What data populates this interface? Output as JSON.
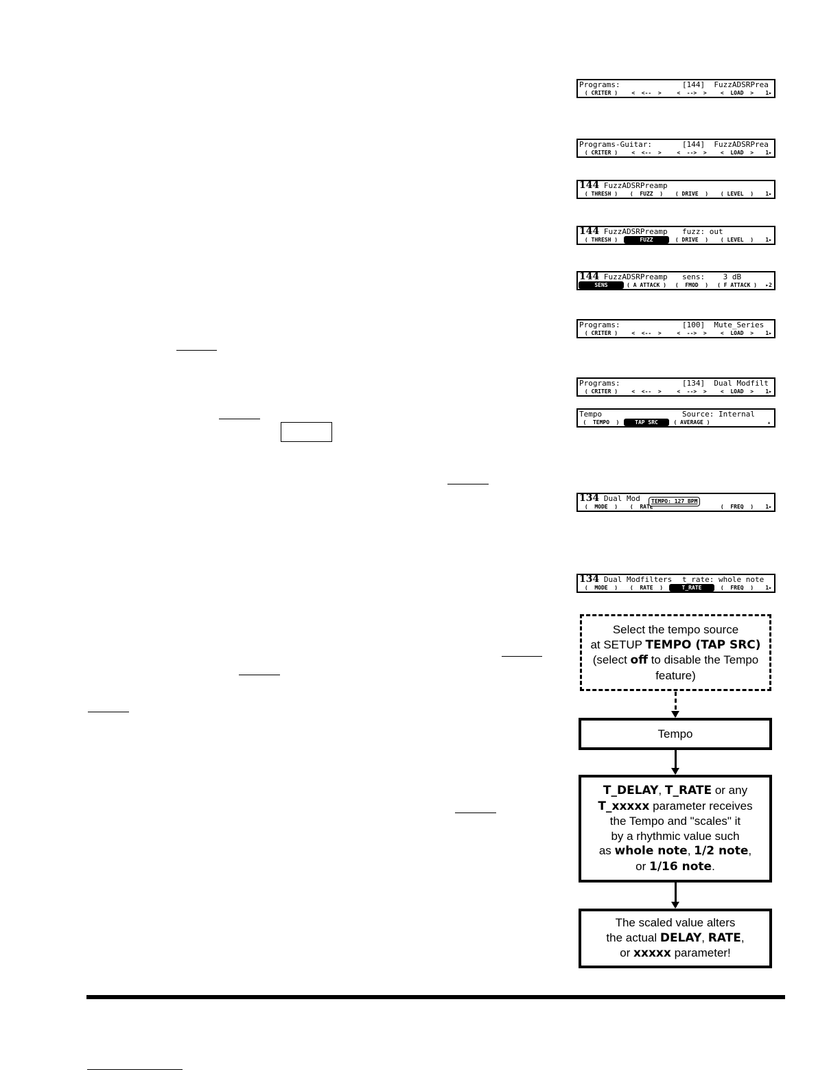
{
  "lcd_screens": [
    {
      "row1_left": "Programs:",
      "row1_right": "[144]  FuzzADSRPrea",
      "row2": [
        {
          "t": "( CRITER )"
        },
        {
          "t": "<  <--  >"
        },
        {
          "t": "<  -->  >"
        },
        {
          "t": "<  LOAD  >"
        },
        {
          "t": "1▸"
        }
      ]
    },
    {
      "row1_left": "Programs-Guitar:",
      "row1_right": "[144]  FuzzADSRPrea",
      "row2": [
        {
          "t": "( CRITER )"
        },
        {
          "t": "<  <--  >"
        },
        {
          "t": "<  -->  >"
        },
        {
          "t": "<  LOAD  >"
        },
        {
          "t": "1▸"
        }
      ]
    },
    {
      "row1_num": "144",
      "row1_left": "FuzzADSRPreamp",
      "row1_right": "",
      "row2": [
        {
          "t": "( THRESH )"
        },
        {
          "t": "(  FUZZ  )"
        },
        {
          "t": "( DRIVE  )"
        },
        {
          "t": "( LEVEL  )"
        },
        {
          "t": "1▸"
        }
      ]
    },
    {
      "row1_num": "144",
      "row1_left": "FuzzADSRPreamp",
      "row1_right": "fuzz: out",
      "row2": [
        {
          "t": "( THRESH )"
        },
        {
          "t": "   FUZZ   ",
          "hl": true
        },
        {
          "t": "( DRIVE  )"
        },
        {
          "t": "( LEVEL  )"
        },
        {
          "t": "1▸"
        }
      ]
    },
    {
      "row1_num": "144",
      "row1_left": "FuzzADSRPreamp",
      "row1_right": "sens:    3 dB",
      "row2": [
        {
          "t": "   SENS   ",
          "hl": true
        },
        {
          "t": "( A ATTACK )"
        },
        {
          "t": "(  FMOD  )"
        },
        {
          "t": "( F ATTACK )"
        },
        {
          "t": "▸2"
        }
      ]
    },
    {
      "row1_left": "Programs:",
      "row1_right": "[100]  Mute_Series",
      "row2": [
        {
          "t": "( CRITER )"
        },
        {
          "t": "<  <--  >"
        },
        {
          "t": "<  -->  >"
        },
        {
          "t": "<  LOAD  >"
        },
        {
          "t": "1▸"
        }
      ]
    },
    {
      "row1_left": "Programs:",
      "row1_right": "[134]  Dual Modfilt",
      "row2": [
        {
          "t": "( CRITER )"
        },
        {
          "t": "<  <--  >"
        },
        {
          "t": "<  -->  >"
        },
        {
          "t": "<  LOAD  >"
        },
        {
          "t": "1▸"
        }
      ]
    },
    {
      "row1_left": "Tempo",
      "row1_right": "Source: Internal",
      "row2": [
        {
          "t": "(  TEMPO  )"
        },
        {
          "t": "  TAP SRC  ",
          "hl": true
        },
        {
          "t": "( AVERAGE )"
        },
        {
          "t": "                ▴"
        }
      ]
    },
    {
      "row1_num": "134",
      "row1_left": "Dual Mod",
      "row1_right": "",
      "popup": "TEMPO: 127 BPM",
      "row2": [
        {
          "t": "(  MODE  )"
        },
        {
          "t": "(  RATE   "
        },
        {
          "t": "          "
        },
        {
          "t": "(  FREQ  )"
        },
        {
          "t": "1▸"
        }
      ]
    },
    {
      "row1_num": "134",
      "row1_left": "Dual Modfilters",
      "row1_right": "t_rate: whole note",
      "row2": [
        {
          "t": "(  MODE  )"
        },
        {
          "t": "(  RATE  )"
        },
        {
          "t": "  T_RATE  ",
          "hl": true
        },
        {
          "t": "(  FREQ  )"
        },
        {
          "t": "1▸"
        }
      ]
    }
  ],
  "flowchart": {
    "step1": [
      "Select the tempo source",
      "at SETUP ",
      "TEMPO (TAP SRC)",
      "(select ",
      "off",
      " to disable the Tempo",
      "feature)"
    ],
    "step2": "Tempo",
    "step3": [
      "T_DELAY",
      ", ",
      "T_RATE",
      " or any",
      "T_xxxxx",
      " parameter receives",
      "the Tempo and \"scales\" it",
      "by a rhythmic value such",
      "as ",
      "whole note",
      ", ",
      "1/2 note",
      ",",
      "or ",
      "1/16 note",
      "."
    ],
    "step4": [
      "The scaled value alters",
      "the actual ",
      "DELAY",
      ", ",
      "RATE",
      ",",
      "or ",
      "xxxxx",
      " parameter!"
    ]
  }
}
